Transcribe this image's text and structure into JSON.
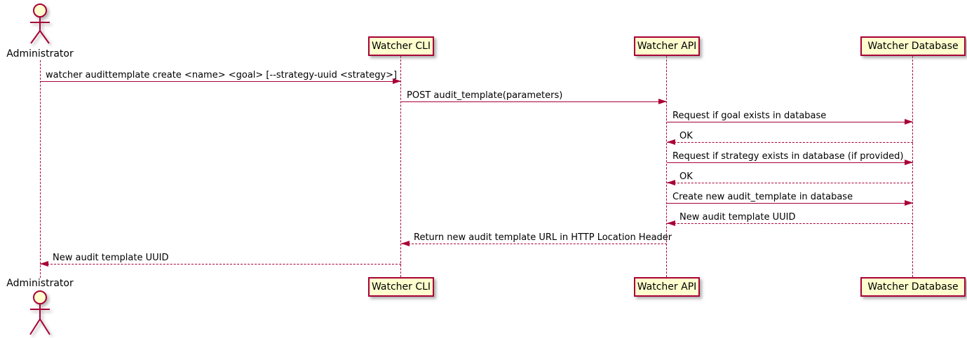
{
  "diagram": {
    "type": "sequence",
    "colors": {
      "accent": "#A80036",
      "participant_fill": "#FEFECE",
      "text": "#000000",
      "background": "#FFFFFF"
    },
    "actors": [
      {
        "label": "Administrator"
      }
    ],
    "participants": [
      {
        "label": "Watcher CLI"
      },
      {
        "label": "Watcher API"
      },
      {
        "label": "Watcher Database"
      }
    ],
    "messages": [
      {
        "from": "Administrator",
        "to": "Watcher CLI",
        "style": "solid",
        "text": "watcher audittemplate create <name> <goal> [--strategy-uuid <strategy>]"
      },
      {
        "from": "Watcher CLI",
        "to": "Watcher API",
        "style": "solid",
        "text": "POST audit_template(parameters)"
      },
      {
        "from": "Watcher API",
        "to": "Watcher Database",
        "style": "solid",
        "text": "Request if goal exists in database"
      },
      {
        "from": "Watcher Database",
        "to": "Watcher API",
        "style": "dashed",
        "text": "OK"
      },
      {
        "from": "Watcher API",
        "to": "Watcher Database",
        "style": "solid",
        "text": "Request if strategy exists in database (if provided)"
      },
      {
        "from": "Watcher Database",
        "to": "Watcher API",
        "style": "dashed",
        "text": "OK"
      },
      {
        "from": "Watcher API",
        "to": "Watcher Database",
        "style": "solid",
        "text": "Create new audit_template in database"
      },
      {
        "from": "Watcher Database",
        "to": "Watcher API",
        "style": "dashed",
        "text": "New audit template UUID"
      },
      {
        "from": "Watcher API",
        "to": "Watcher CLI",
        "style": "dashed",
        "text": "Return new audit template URL in HTTP Location Header"
      },
      {
        "from": "Watcher CLI",
        "to": "Administrator",
        "style": "dashed",
        "text": "New audit template UUID"
      }
    ]
  }
}
